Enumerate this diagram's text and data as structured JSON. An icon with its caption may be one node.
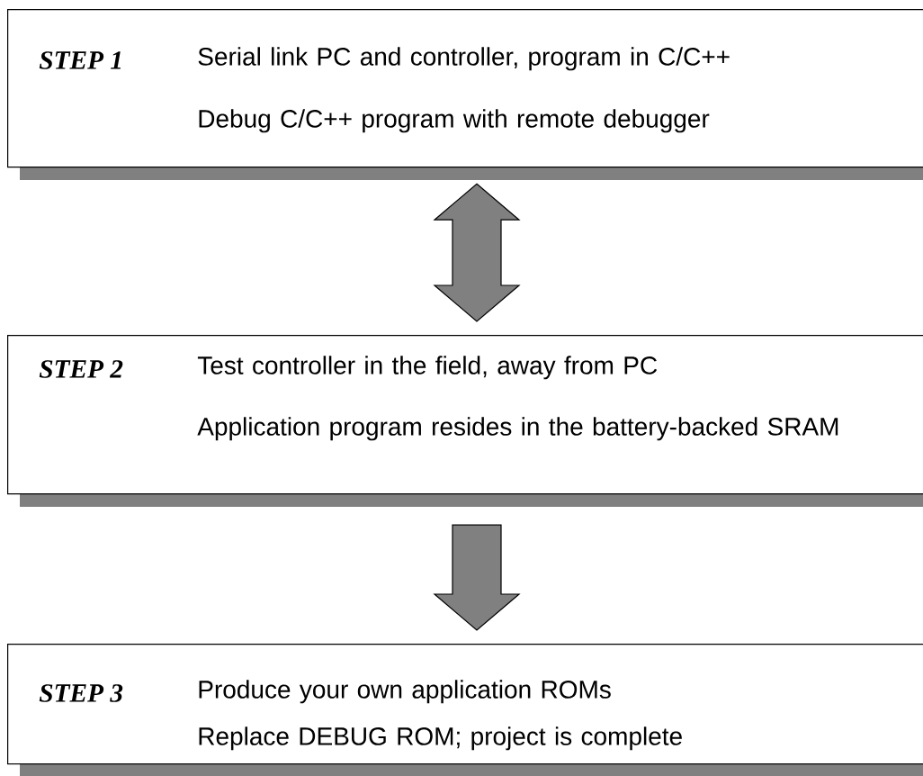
{
  "diagram": {
    "nodes": [
      {
        "text": [
          "STEP 1",
          "Serial link PC and controller, program in C/C++",
          "Debug C/C++ program with remote debugger"
        ]
      },
      {
        "text": [
          "STEP 2",
          "Test controller in the field, away from PC",
          "Application program resides in the battery-backed SRAM"
        ]
      },
      {
        "text": [
          "STEP 3",
          "Produce your own application ROMs",
          "Replace DEBUG ROM; project is complete"
        ]
      }
    ],
    "edges": [
      {
        "from": 0,
        "to": 1,
        "arrow": "both"
      },
      {
        "from": 1,
        "to": 2,
        "arrow": "to"
      }
    ]
  }
}
